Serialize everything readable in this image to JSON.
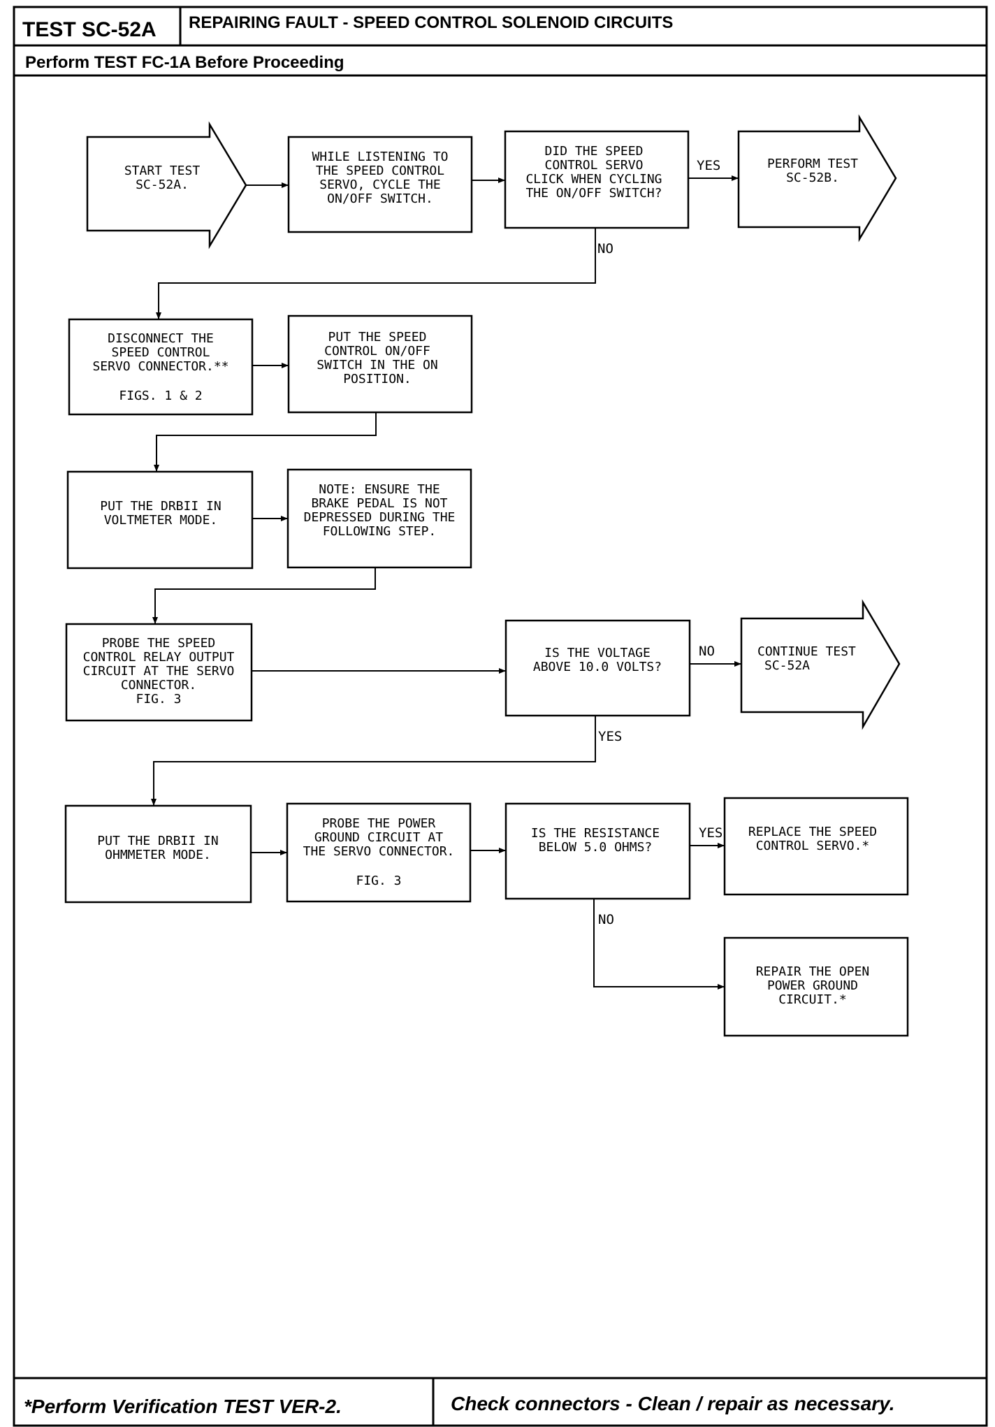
{
  "header": {
    "test_id": "TEST SC-52A",
    "title": "REPAIRING FAULT - SPEED CONTROL SOLENOID CIRCUITS",
    "prerequisite": "Perform TEST FC-1A Before Proceeding"
  },
  "flow": {
    "start": [
      "START TEST",
      "SC-52A."
    ],
    "listen": [
      "WHILE LISTENING TO",
      "THE SPEED CONTROL",
      "SERVO, CYCLE THE",
      "ON/OFF SWITCH."
    ],
    "q_click": [
      "DID THE SPEED",
      "CONTROL SERVO",
      "CLICK WHEN CYCLING",
      "THE ON/OFF SWITCH?"
    ],
    "perform_52b": [
      "PERFORM TEST",
      "SC-52B."
    ],
    "disconnect": [
      "DISCONNECT THE",
      "SPEED CONTROL",
      "SERVO CONNECTOR.**",
      "",
      "FIGS. 1 & 2"
    ],
    "switch_on": [
      "PUT THE SPEED",
      "CONTROL ON/OFF",
      "SWITCH IN THE ON",
      "POSITION."
    ],
    "voltmeter": [
      "PUT THE DRBII IN",
      "VOLTMETER MODE."
    ],
    "note": [
      "NOTE:  ENSURE THE",
      "BRAKE PEDAL IS NOT",
      "DEPRESSED DURING THE",
      "FOLLOWING STEP."
    ],
    "probe_relay": [
      "PROBE THE SPEED",
      "CONTROL RELAY OUTPUT",
      "CIRCUIT AT THE SERVO",
      "CONNECTOR.",
      "FIG. 3"
    ],
    "q_voltage": [
      "IS THE VOLTAGE",
      "ABOVE 10.0 VOLTS?"
    ],
    "continue_52a": [
      "CONTINUE TEST",
      "SC-52A"
    ],
    "ohmmeter": [
      "PUT THE DRBII IN",
      "OHMMETER MODE."
    ],
    "probe_ground": [
      "PROBE THE POWER",
      "GROUND CIRCUIT AT",
      "THE SERVO CONNECTOR.",
      "",
      "FIG. 3"
    ],
    "q_resistance": [
      "IS THE RESISTANCE",
      "BELOW 5.0 OHMS?"
    ],
    "replace_servo": [
      "REPLACE THE SPEED",
      "CONTROL SERVO.*"
    ],
    "repair_ground": [
      "REPAIR THE OPEN",
      "POWER GROUND",
      "CIRCUIT.*"
    ]
  },
  "labels": {
    "yes": "YES",
    "no": "NO"
  },
  "footer": {
    "left": "*Perform Verification TEST VER-2.",
    "right": "Check connectors - Clean / repair as necessary."
  }
}
